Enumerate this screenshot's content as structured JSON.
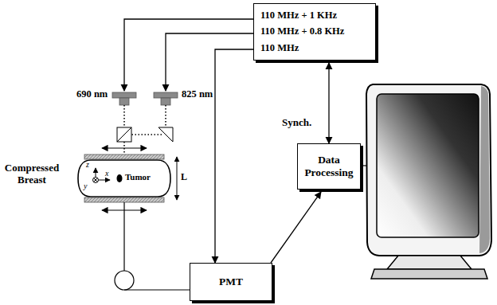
{
  "diagram": {
    "nodes": [
      {
        "text": [
          "110 MHz + 1 KHz",
          "110 MHz + 0.8 KHz",
          "110 MHz"
        ]
      },
      {
        "text": [
          "Data Processing"
        ]
      },
      {
        "text": [
          "PMT"
        ]
      }
    ],
    "edges": [
      {
        "from": 0,
        "to": 2,
        "arrow": "to"
      },
      {
        "from": 0,
        "to": 1,
        "label": "Synch.",
        "arrow": "both"
      },
      {
        "from": 2,
        "to": 1,
        "arrow": "to"
      }
    ],
    "labels": [
      "690 nm",
      "825 nm",
      "Compressed Breast",
      "z",
      "y",
      "x",
      "Tumor",
      "L"
    ]
  }
}
